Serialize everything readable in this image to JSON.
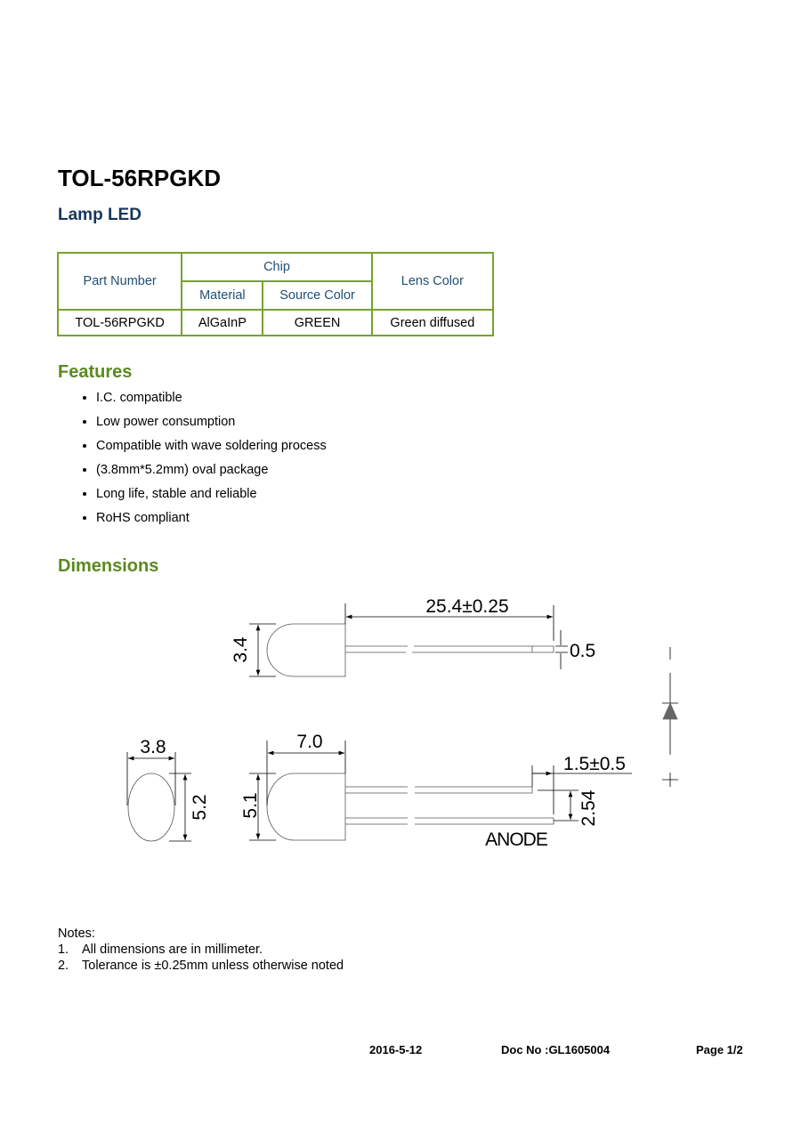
{
  "title": "TOL-56RPGKD",
  "subtitle": "Lamp LED",
  "table": {
    "headers": {
      "part_number": "Part Number",
      "chip": "Chip",
      "material": "Material",
      "source_color": "Source Color",
      "lens_color": "Lens Color"
    },
    "row": {
      "part_number": "TOL-56RPGKD",
      "material": "AlGaInP",
      "source_color": "GREEN",
      "lens_color": "Green diffused"
    }
  },
  "features": {
    "heading": "Features",
    "items": [
      "I.C. compatible",
      "Low power consumption",
      "Compatible with wave soldering process",
      "(3.8mm*5.2mm) oval package",
      "Long life, stable and reliable",
      "RoHS compliant"
    ]
  },
  "dimensions": {
    "heading": "Dimensions",
    "labels": {
      "lead_length": "25.4±0.25",
      "height_top": "3.4",
      "lead_width": "0.5",
      "width_front": "3.8",
      "height_front": "5.2",
      "body_length": "7.0",
      "height_side": "5.1",
      "lead_offset": "1.5±0.5",
      "lead_pitch": "2.54",
      "anode": "ANODE"
    }
  },
  "notes": {
    "heading": "Notes:",
    "items": [
      {
        "num": "1.",
        "text": "All dimensions are in millimeter."
      },
      {
        "num": "2.",
        "text": "Tolerance is ±0.25mm unless otherwise noted"
      }
    ]
  },
  "footer": {
    "date": "2016-5-12",
    "doc_no": "Doc No :GL1605004",
    "page": "Page 1/2"
  }
}
